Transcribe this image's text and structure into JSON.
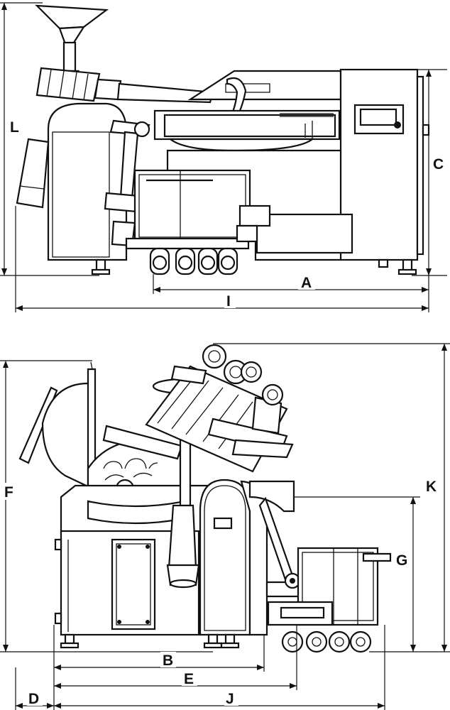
{
  "dimension_labels": {
    "A": "A",
    "B": "B",
    "C": "C",
    "D": "D",
    "E": "E",
    "F": "F",
    "G": "G",
    "I": "I",
    "J": "J",
    "K": "K",
    "L": "L"
  }
}
